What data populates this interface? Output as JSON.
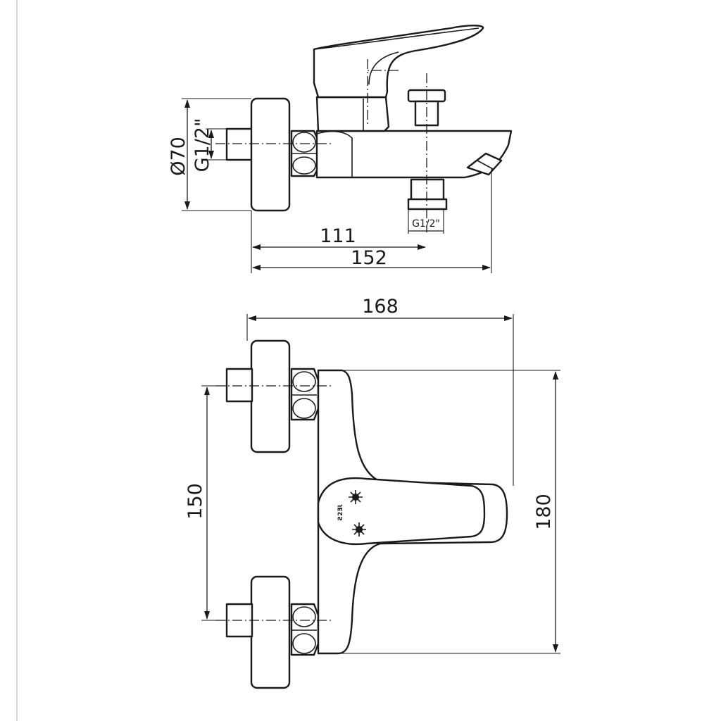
{
  "dimensions": {
    "side_view": {
      "diameter": "Ø70",
      "inlet_thread": "G1/2\"",
      "outlet_thread": "G1/2\"",
      "length_to_outlet": "111",
      "length_total": "152"
    },
    "top_view": {
      "width_total": "168",
      "inlet_spacing": "150",
      "depth_total": "180"
    }
  },
  "handle_marks": {
    "brand": "Ƨ2ƎƖ"
  },
  "colors": {
    "line": "#1a1a1a",
    "background": "#ffffff"
  }
}
